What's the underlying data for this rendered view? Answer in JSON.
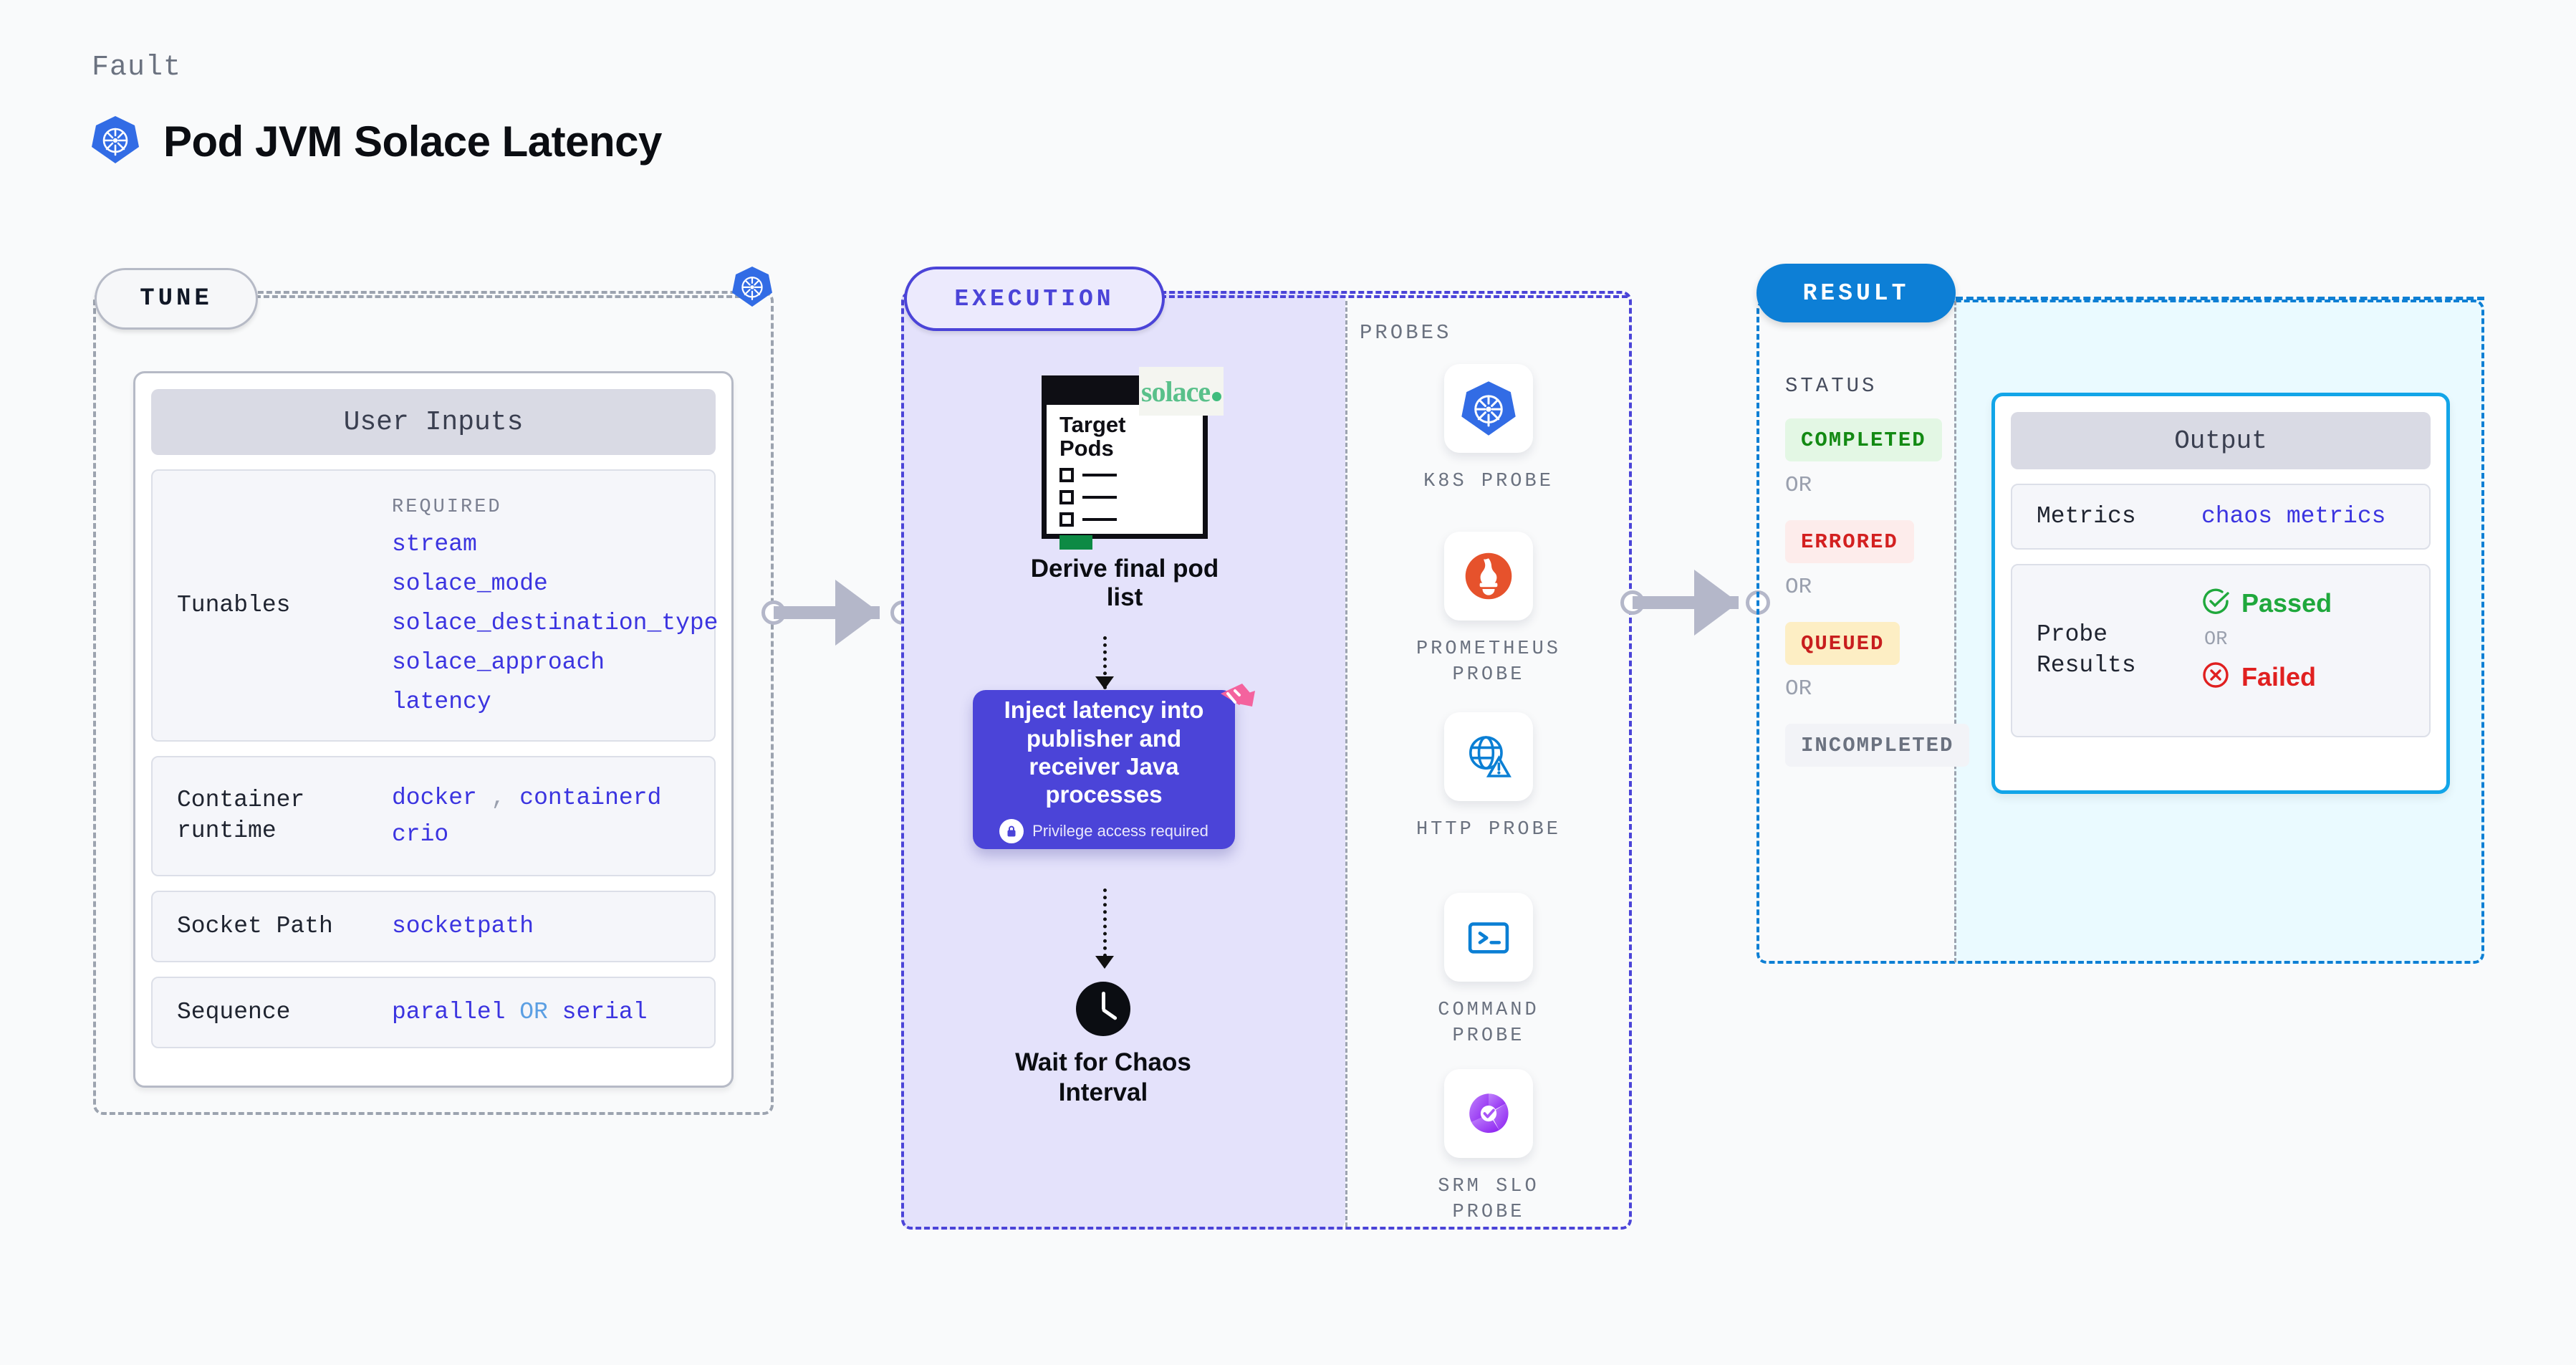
{
  "header": {
    "eyebrow": "Fault",
    "title": "Pod JVM Solace Latency",
    "icon": "kubernetes-icon"
  },
  "tune": {
    "pill_label": "TUNE",
    "corner_icon": "kubernetes-icon",
    "card": {
      "title": "User Inputs",
      "rows": [
        {
          "key": "Tunables",
          "required_label": "REQUIRED",
          "required_items": [
            "stream",
            "solace_mode",
            "solace_destination_type",
            "solace_approach",
            "latency"
          ]
        },
        {
          "key": "Container runtime",
          "values_line1": [
            "docker",
            "containerd"
          ],
          "separator": ",",
          "values_line2": [
            "crio"
          ]
        },
        {
          "key": "Socket Path",
          "value": "socketpath"
        },
        {
          "key": "Sequence",
          "value_a": "parallel",
          "or": "OR",
          "value_b": "serial"
        }
      ]
    }
  },
  "execution": {
    "pill_label": "EXECUTION",
    "steps": {
      "derive": {
        "doc_title_line1": "Target",
        "doc_title_line2": "Pods",
        "brand": "solace",
        "caption": "Derive final pod list"
      },
      "inject": {
        "text": "Inject latency into publisher and receiver Java processes",
        "privilege_note": "Privilege access required",
        "privilege_icon": "lock-icon",
        "corner_icon": "chaos-ribbon-icon"
      },
      "wait": {
        "icon": "clock-icon",
        "caption_line1": "Wait for Chaos",
        "caption_line2": "Interval"
      }
    },
    "probes": {
      "title": "PROBES",
      "items": [
        {
          "label": "K8S PROBE",
          "icon": "kubernetes-icon"
        },
        {
          "label": "PROMETHEUS PROBE",
          "icon": "prometheus-icon"
        },
        {
          "label": "HTTP PROBE",
          "icon": "globe-warning-icon"
        },
        {
          "label": "COMMAND PROBE",
          "icon": "terminal-icon"
        },
        {
          "label": "SRM SLO PROBE",
          "icon": "srm-slo-icon"
        }
      ]
    }
  },
  "result": {
    "pill_label": "RESULT",
    "status_title": "STATUS",
    "or_label": "OR",
    "statuses": [
      {
        "label": "COMPLETED",
        "bg": "#e3f7e4",
        "fg": "#138a13"
      },
      {
        "label": "ERRORED",
        "bg": "#fdeceb",
        "fg": "#d32020"
      },
      {
        "label": "QUEUED",
        "bg": "#fdeec4",
        "fg": "#c81e1e"
      },
      {
        "label": "INCOMPLETED",
        "bg": "#f2f3f7",
        "fg": "#6b7280"
      }
    ],
    "output": {
      "title": "Output",
      "metrics_key": "Metrics",
      "metrics_value": "chaos metrics",
      "probe_results_key": "Probe Results",
      "passed": "Passed",
      "failed": "Failed",
      "or": "OR"
    }
  },
  "colors": {
    "tune_border": "#9ca3af",
    "execution_accent": "#4b44d8",
    "result_accent": "#0e7fd4",
    "code_blue": "#3b34e0",
    "k8s_blue": "#326ce5"
  }
}
